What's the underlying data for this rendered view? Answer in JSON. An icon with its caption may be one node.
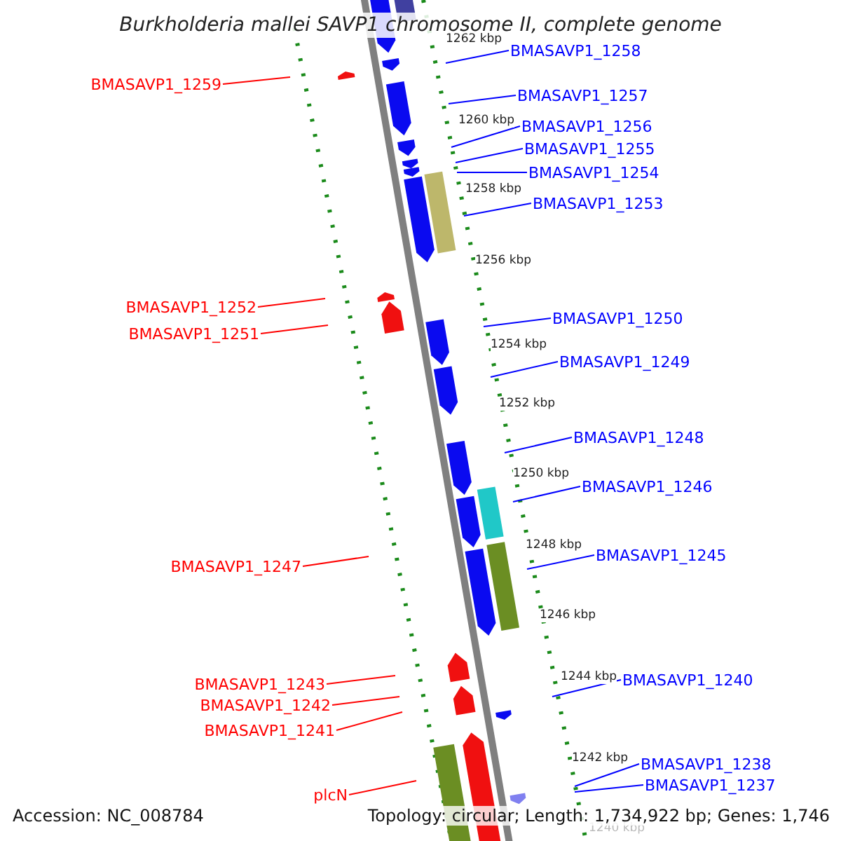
{
  "diagram": {
    "title": "Burkholderia mallei SAVP1 chromosome II, complete genome",
    "nodes": [
      {
        "text": [
          "BMASAVP1_1259"
        ]
      },
      {
        "text": [
          "BMASAVP1_1258"
        ]
      },
      {
        "text": [
          "BMASAVP1_1257"
        ]
      },
      {
        "text": [
          "BMASAVP1_1256"
        ]
      },
      {
        "text": [
          "BMASAVP1_1255"
        ]
      },
      {
        "text": [
          "BMASAVP1_1254"
        ]
      },
      {
        "text": [
          "BMASAVP1_1253"
        ]
      },
      {
        "text": [
          "BMASAVP1_1252"
        ]
      },
      {
        "text": [
          "BMASAVP1_1251"
        ]
      },
      {
        "text": [
          "BMASAVP1_1250"
        ]
      },
      {
        "text": [
          "BMASAVP1_1249"
        ]
      },
      {
        "text": [
          "BMASAVP1_1248"
        ]
      },
      {
        "text": [
          "BMASAVP1_1246"
        ]
      },
      {
        "text": [
          "BMASAVP1_1247"
        ]
      },
      {
        "text": [
          "BMASAVP1_1245"
        ]
      },
      {
        "text": [
          "BMASAVP1_1243"
        ]
      },
      {
        "text": [
          "BMASAVP1_1240"
        ]
      },
      {
        "text": [
          "BMASAVP1_1242"
        ]
      },
      {
        "text": [
          "BMASAVP1_1241"
        ]
      },
      {
        "text": [
          "BMASAVP1_1238"
        ]
      },
      {
        "text": [
          "BMASAVP1_1237"
        ]
      },
      {
        "text": [
          "plcN"
        ]
      }
    ],
    "edges": [
      {
        "from": 0,
        "to": null,
        "arrow": "none",
        "color": "#ff0000"
      },
      {
        "from": 1,
        "to": null,
        "arrow": "none"
      },
      {
        "from": 2,
        "to": null,
        "arrow": "none"
      },
      {
        "from": 3,
        "to": null,
        "arrow": "none"
      },
      {
        "from": 4,
        "to": null,
        "arrow": "none"
      },
      {
        "from": 5,
        "to": null,
        "arrow": "none"
      },
      {
        "from": 6,
        "to": null,
        "arrow": "none"
      },
      {
        "from": 7,
        "to": null,
        "arrow": "none",
        "color": "#ff0000"
      },
      {
        "from": 8,
        "to": null,
        "arrow": "none",
        "color": "#ff0000"
      },
      {
        "from": 9,
        "to": null,
        "arrow": "none"
      },
      {
        "from": 10,
        "to": null,
        "arrow": "none"
      },
      {
        "from": 11,
        "to": null,
        "arrow": "none"
      },
      {
        "from": 12,
        "to": null,
        "arrow": "none"
      },
      {
        "from": 13,
        "to": null,
        "arrow": "none",
        "color": "#ff0000"
      },
      {
        "from": 14,
        "to": null,
        "arrow": "none"
      },
      {
        "from": 15,
        "to": null,
        "arrow": "none",
        "color": "#ff0000"
      },
      {
        "from": 16,
        "to": null,
        "arrow": "none"
      },
      {
        "from": 17,
        "to": null,
        "arrow": "none",
        "color": "#ff0000"
      },
      {
        "from": 18,
        "to": null,
        "arrow": "none",
        "color": "#ff0000"
      },
      {
        "from": 19,
        "to": null,
        "arrow": "none"
      },
      {
        "from": 20,
        "to": null,
        "arrow": "none"
      },
      {
        "from": 21,
        "to": null,
        "arrow": "none",
        "color": "#ff0000"
      }
    ],
    "labels": [
      "1262 kbp",
      "1260 kbp",
      "1258 kbp",
      "1256 kbp",
      "1254 kbp",
      "1252 kbp",
      "1250 kbp",
      "1248 kbp",
      "1246 kbp",
      "1244 kbp",
      "1242 kbp",
      "1240 kbp",
      "Accession: NC_008784",
      "Topology: circular; Length: 1,734,922 bp; Genes: 1,746"
    ]
  }
}
